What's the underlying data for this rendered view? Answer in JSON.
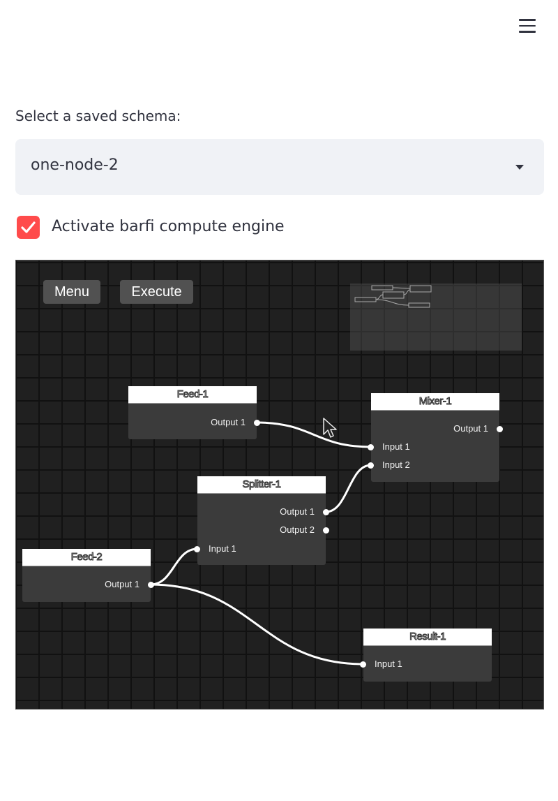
{
  "header": {
    "menu_icon": "hamburger-menu-icon"
  },
  "schema_select": {
    "label": "Select a saved schema:",
    "value": "one-node-2"
  },
  "compute_checkbox": {
    "label": "Activate barfi compute engine",
    "checked": true,
    "color": "#ff4b4b"
  },
  "editor": {
    "menu_label": "Menu",
    "execute_label": "Execute",
    "nodes": {
      "feed1": {
        "title": "Feed-1",
        "outputs": [
          "Output 1"
        ]
      },
      "mixer1": {
        "title": "Mixer-1",
        "inputs": [
          "Input 1",
          "Input 2"
        ],
        "outputs": [
          "Output 1"
        ]
      },
      "splitter1": {
        "title": "Splitter-1",
        "inputs": [
          "Input 1"
        ],
        "outputs": [
          "Output 1",
          "Output 2"
        ]
      },
      "feed2": {
        "title": "Feed-2",
        "outputs": [
          "Output 1"
        ]
      },
      "result1": {
        "title": "Result-1",
        "inputs": [
          "Input 1"
        ]
      }
    },
    "connections": [
      {
        "from": "Feed-1.Output 1",
        "to": "Mixer-1.Input 1"
      },
      {
        "from": "Splitter-1.Output 1",
        "to": "Mixer-1.Input 2"
      },
      {
        "from": "Feed-2.Output 1",
        "to": "Splitter-1.Input 1"
      },
      {
        "from": "Feed-2.Output 1",
        "to": "Result-1.Input 1"
      }
    ]
  }
}
